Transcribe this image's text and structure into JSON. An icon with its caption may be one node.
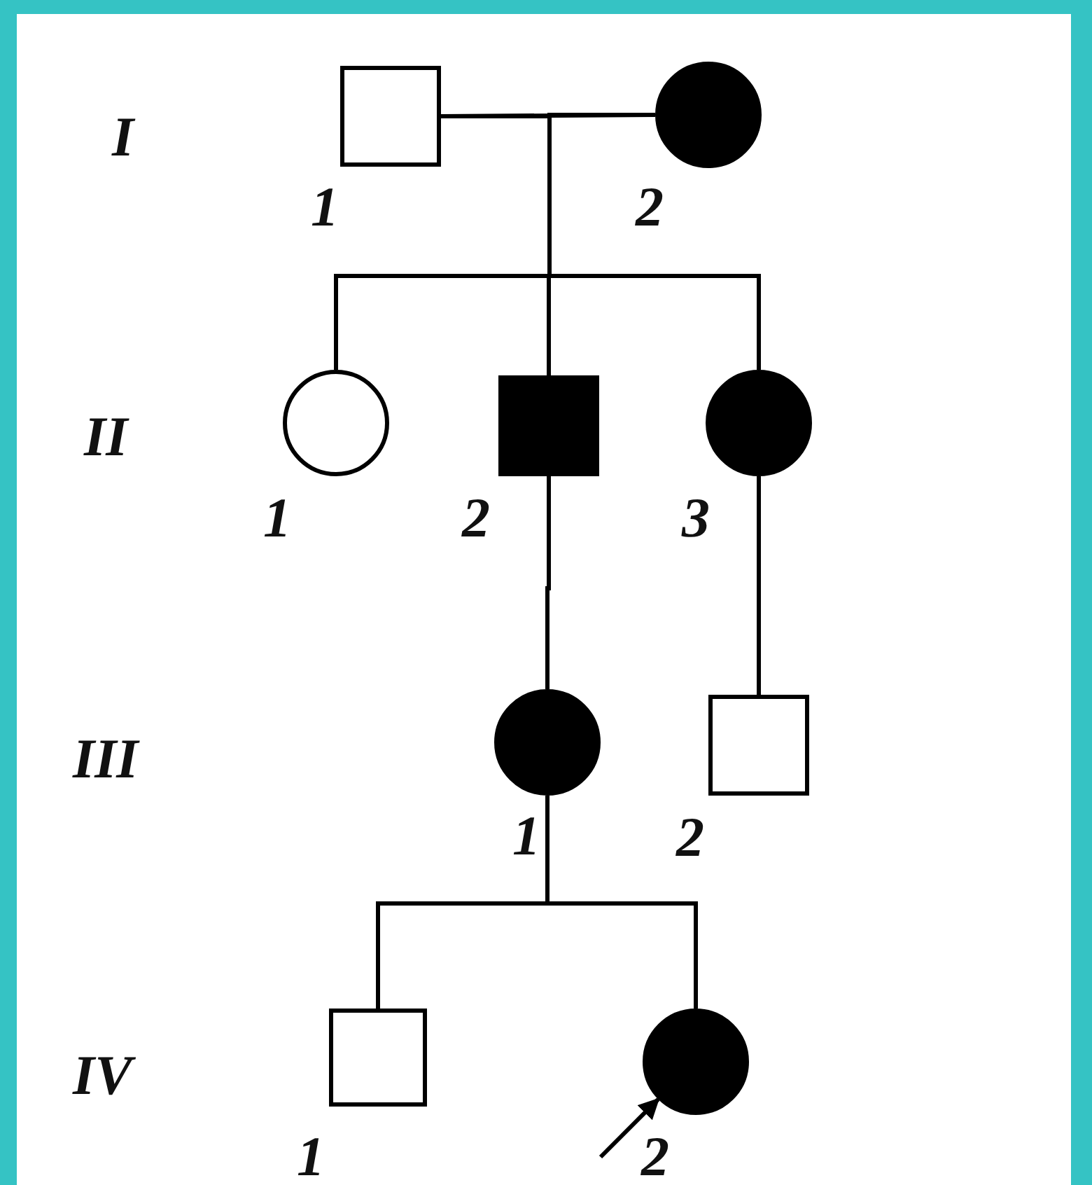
{
  "diagram": {
    "nodes": [
      {
        "text": [],
        "shape": "box",
        "beside": [
          "1"
        ]
      },
      {
        "text": [],
        "shape": "circle",
        "beside": [
          "2"
        ]
      },
      {
        "text": [],
        "shape": "circle",
        "beside": [
          "1"
        ]
      },
      {
        "text": [],
        "shape": "box",
        "beside": [
          "2"
        ]
      },
      {
        "text": [],
        "shape": "circle",
        "beside": [
          "3"
        ]
      },
      {
        "text": [],
        "shape": "circle",
        "beside": [
          "1"
        ]
      },
      {
        "text": [],
        "shape": "box",
        "beside": [
          "2"
        ]
      },
      {
        "text": [],
        "shape": "box",
        "beside": [
          "1"
        ]
      },
      {
        "text": [],
        "shape": "circle",
        "beside": [
          "2"
        ]
      }
    ],
    "edges": [
      {
        "from": 0,
        "to": 1,
        "arrow": "none"
      },
      {
        "from": 0,
        "to": 2,
        "arrow": "none"
      },
      {
        "from": 0,
        "to": 3,
        "arrow": "none"
      },
      {
        "from": 0,
        "to": 4,
        "arrow": "none"
      },
      {
        "from": 1,
        "to": 2,
        "arrow": "none"
      },
      {
        "from": 1,
        "to": 3,
        "arrow": "none"
      },
      {
        "from": 1,
        "to": 4,
        "arrow": "none"
      },
      {
        "from": 3,
        "to": 5,
        "arrow": "none"
      },
      {
        "from": 4,
        "to": 6,
        "arrow": "none"
      },
      {
        "from": 5,
        "to": 7,
        "arrow": "none"
      },
      {
        "from": 5,
        "to": 8,
        "arrow": "none"
      },
      {
        "from": null,
        "to": 8,
        "arrow": "to"
      }
    ],
    "labels": [
      "I",
      "II",
      "III",
      "IV"
    ]
  }
}
